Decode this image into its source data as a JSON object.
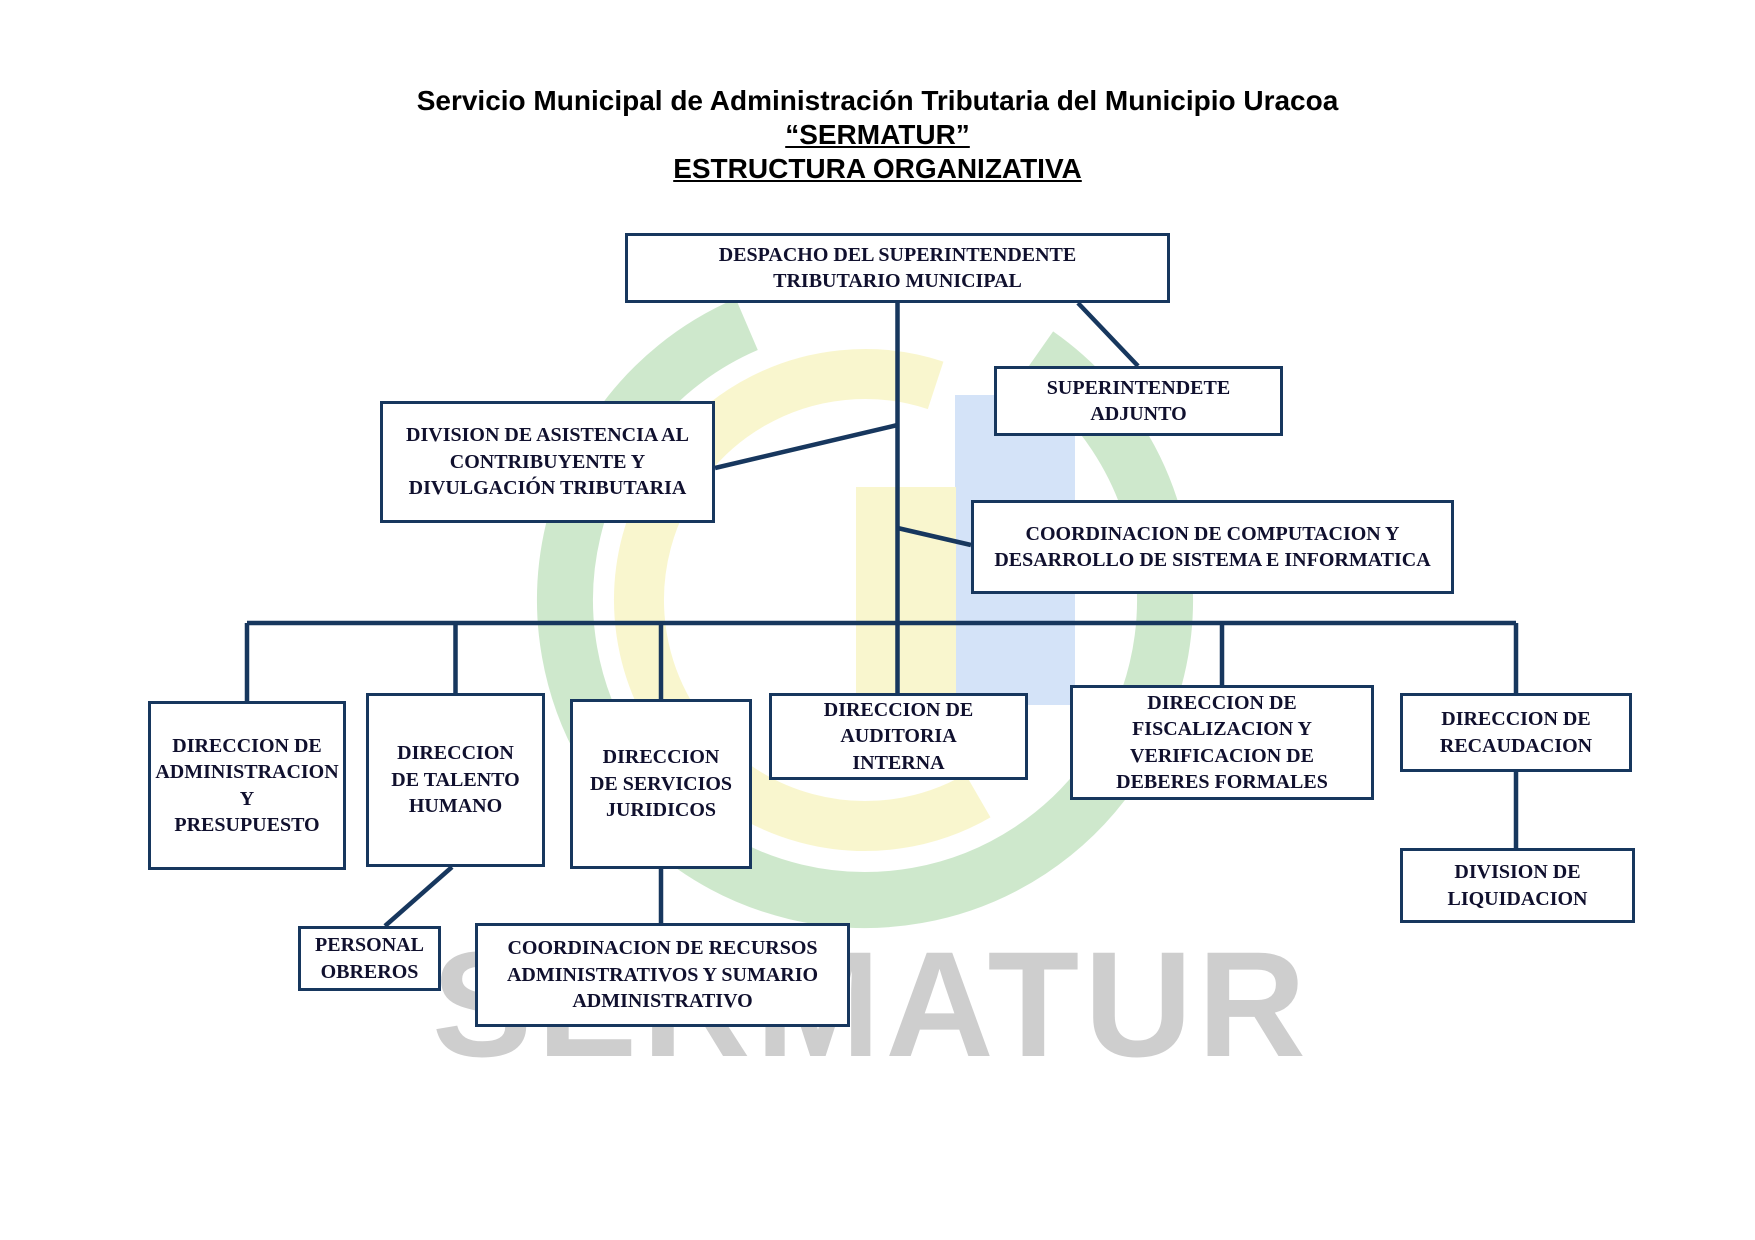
{
  "title": {
    "line1": "Servicio Municipal de Administración Tributaria del Municipio Uracoa",
    "line2": "“SERMATUR”",
    "line3": "ESTRUCTURA ORGANIZATIVA"
  },
  "watermark_text": "SERMATUR",
  "colors": {
    "box_border": "#17375E",
    "connector": "#17375E",
    "box_text": "#10102E",
    "watermark_gray": "#C6C6C6",
    "logo_green": "#9ED39B",
    "logo_yellow": "#F4EF9F",
    "logo_blue": "#ABC9F2"
  },
  "nodes": {
    "despacho": {
      "label": "DESPACHO DEL SUPERINTENDENTE\nTRIBUTARIO MUNICIPAL"
    },
    "adjunto": {
      "label": "SUPERINTENDETE\nADJUNTO"
    },
    "asistencia": {
      "label": "DIVISION DE ASISTENCIA AL\nCONTRIBUYENTE Y\nDIVULGACIÓN TRIBUTARIA"
    },
    "computacion": {
      "label": "COORDINACION DE COMPUTACION Y\nDESARROLLO DE SISTEMA E INFORMATICA"
    },
    "administracion": {
      "label": "DIRECCION DE\nADMINISTRACION\nY\nPRESUPUESTO"
    },
    "talento": {
      "label": "DIRECCION\nDE TALENTO\nHUMANO"
    },
    "servicios": {
      "label": "DIRECCION\nDE SERVICIOS\nJURIDICOS"
    },
    "auditoria": {
      "label": "DIRECCION DE\nAUDITORIA\nINTERNA"
    },
    "fiscalizacion": {
      "label": "DIRECCION DE\nFISCALIZACION Y\nVERIFICACION DE\nDEBERES FORMALES"
    },
    "recaudacion": {
      "label": "DIRECCION DE\nRECAUDACION"
    },
    "obreros": {
      "label": "PERSONAL\nOBREROS"
    },
    "recursos": {
      "label": "COORDINACION DE RECURSOS\nADMINISTRATIVOS Y SUMARIO\nADMINISTRATIVO"
    },
    "liquidacion": {
      "label": "DIVISION DE\nLIQUIDACION"
    }
  }
}
